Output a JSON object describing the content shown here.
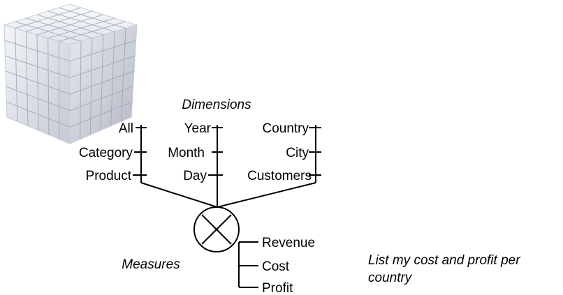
{
  "diagram": {
    "dimensions_title": "Dimensions",
    "measures_title": "Measures",
    "dimensions": [
      {
        "levels": [
          "All",
          "Category",
          "Product"
        ]
      },
      {
        "levels": [
          "Year",
          "Month",
          "Day"
        ]
      },
      {
        "levels": [
          "Country",
          "City",
          "Customers"
        ]
      }
    ],
    "measures": [
      "Revenue",
      "Cost",
      "Profit"
    ],
    "query": "List my cost and profit per country"
  }
}
